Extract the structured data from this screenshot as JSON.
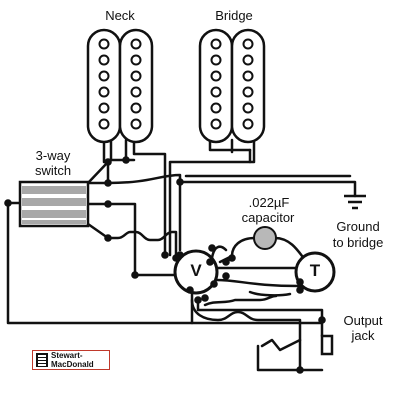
{
  "labels": {
    "neck": "Neck",
    "bridge": "Bridge",
    "switch_line1": "3-way",
    "switch_line2": "switch",
    "capacitor_line1": ".022µF",
    "capacitor_line2": "capacitor",
    "ground_line1": "Ground",
    "ground_line2": "to bridge",
    "output_line1": "Output",
    "output_line2": "jack",
    "volume_pot": "V",
    "tone_pot": "T"
  },
  "logo": {
    "line1": "Stewart-",
    "line2": "MacDonald",
    "border_color": "#c0392b"
  },
  "colors": {
    "wire": "#111111",
    "capacitor": "#b8b8b8",
    "switch_stripe": "#a8a8a8"
  }
}
